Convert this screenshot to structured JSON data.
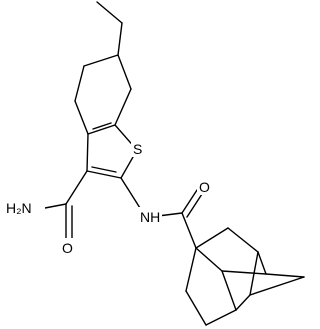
{
  "molecule": {
    "atom_labels": {
      "sulfur": "S",
      "amide_amine": "H₂N",
      "amide_oxygen_1": "O",
      "amine_nh": "NH",
      "amide_oxygen_2": "O"
    }
  },
  "colors": {
    "bond": "#000000",
    "label": "#000000",
    "background": "#ffffff"
  }
}
